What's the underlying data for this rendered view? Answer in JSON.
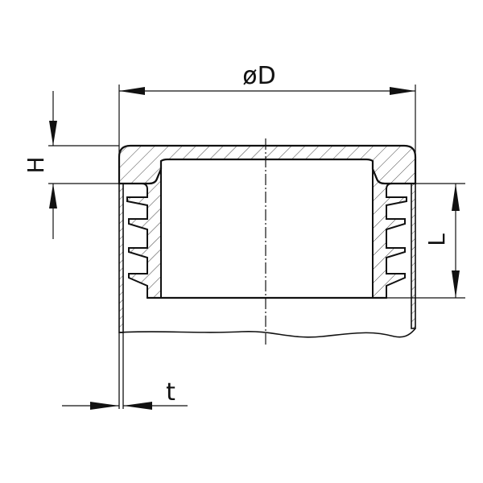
{
  "drawing": {
    "subject": "pipe end cap cross-section",
    "colors": {
      "line": "#111111",
      "hatch": "#333333",
      "background": "#ffffff"
    },
    "dimensions": {
      "diameter": {
        "label": "ØD",
        "symbol": "ø",
        "letter": "D"
      },
      "height": {
        "label": "H"
      },
      "length": {
        "label": "L"
      },
      "thickness": {
        "label": "t"
      }
    }
  }
}
